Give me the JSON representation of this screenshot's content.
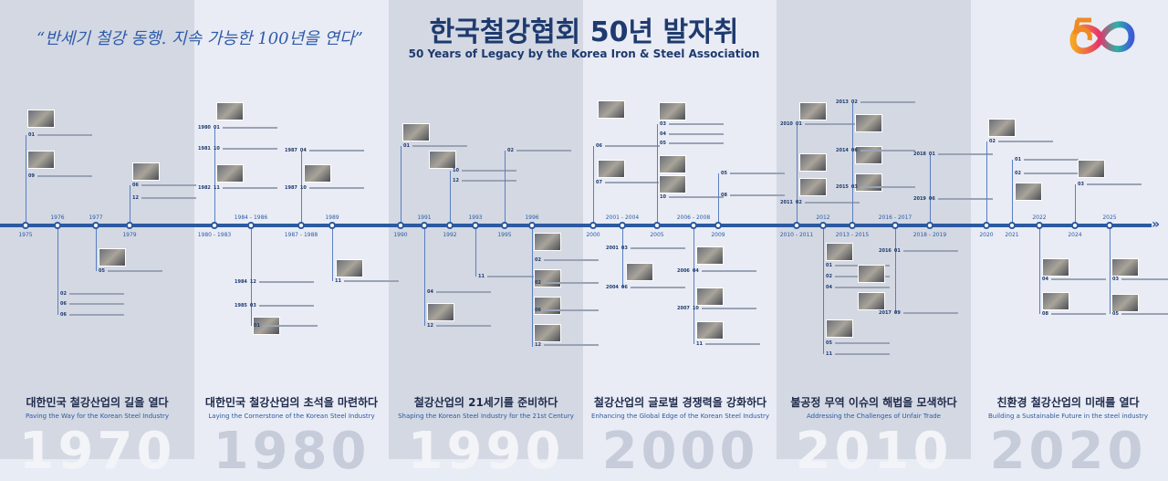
{
  "header": {
    "quote": "“반세기 철강 동행. 지속 가능한 100년을 연다”",
    "title": "한국철강협회 50년 발자취",
    "subtitle": "50 Years of Legacy by the Korea Iron & Steel Association",
    "logo_text": "50"
  },
  "colors": {
    "axis": "#2c5aa0",
    "title": "#1e3a6e",
    "quote": "#2f5ba8"
  },
  "sections": [
    {
      "ko": "대한민국 철강산업의 길을 열다",
      "en": "Paving the Way for the Korean Steel Industry",
      "decade": "1970"
    },
    {
      "ko": "대한민국 철강산업의 초석을 마련하다",
      "en": "Laying the Cornerstone of the Korean Steel Industry",
      "decade": "1980"
    },
    {
      "ko": "철강산업의 21세기를 준비하다",
      "en": "Shaping the Korean Steel Industry for the 21st Century",
      "decade": "1990"
    },
    {
      "ko": "철강산업의 글로벌 경쟁력을 강화하다",
      "en": "Enhancing the Global Edge of the Korean Steel Industry",
      "decade": "2000"
    },
    {
      "ko": "불공정 무역 이슈의 해법을 모색하다",
      "en": "Addressing the Challenges of Unfair Trade",
      "decade": "2010"
    },
    {
      "ko": "친환경 철강산업의 미래를 열다",
      "en": "Building a Sustainable Future in the steel industry",
      "decade": "2020"
    }
  ],
  "timeline": {
    "nodes": [
      {
        "label": "1975",
        "events": [
          {
            "month": "01"
          },
          {
            "month": "09"
          }
        ]
      },
      {
        "label": "1976",
        "events": [
          {
            "month": "02"
          },
          {
            "month": "06"
          },
          {
            "month": "06"
          }
        ]
      },
      {
        "label": "1977",
        "events": [
          {
            "month": "05"
          }
        ]
      },
      {
        "label": "1979",
        "events": [
          {
            "month": "06"
          },
          {
            "month": "12"
          }
        ]
      },
      {
        "label": "1980 - 1983",
        "events": [
          {
            "year": "1980",
            "month": "01"
          },
          {
            "year": "1981",
            "month": "10"
          },
          {
            "year": "1982",
            "month": "11"
          }
        ]
      },
      {
        "label": "1984 - 1986",
        "events": [
          {
            "year": "1984",
            "month": "12"
          },
          {
            "year": "1985",
            "month": "03"
          },
          {
            "month": "01"
          }
        ]
      },
      {
        "label": "1987 - 1988",
        "events": [
          {
            "year": "1987",
            "month": "04"
          },
          {
            "year": "1987",
            "month": "10"
          }
        ]
      },
      {
        "label": "1989",
        "events": [
          {
            "month": "11"
          }
        ]
      },
      {
        "label": "1990",
        "events": [
          {
            "month": "01"
          }
        ]
      },
      {
        "label": "1991",
        "events": [
          {
            "month": "04"
          },
          {
            "month": "12"
          }
        ]
      },
      {
        "label": "1992",
        "events": [
          {
            "month": "10"
          },
          {
            "month": "12"
          }
        ]
      },
      {
        "label": "1993",
        "events": [
          {
            "month": "11"
          }
        ]
      },
      {
        "label": "1995",
        "events": [
          {
            "month": "02"
          }
        ]
      },
      {
        "label": "1996",
        "events": [
          {
            "month": "02"
          },
          {
            "month": "02"
          },
          {
            "month": "06"
          },
          {
            "month": "12"
          }
        ]
      },
      {
        "label": "2000",
        "events": [
          {
            "month": "06"
          },
          {
            "month": "07"
          }
        ]
      },
      {
        "label": "2001 - 2004",
        "events": [
          {
            "year": "2001",
            "month": "03"
          },
          {
            "year": "2004",
            "month": "06"
          }
        ]
      },
      {
        "label": "2005",
        "events": [
          {
            "month": "03"
          },
          {
            "month": "04"
          },
          {
            "month": "05"
          },
          {
            "month": "10"
          }
        ]
      },
      {
        "label": "2006 - 2008",
        "events": [
          {
            "year": "2006",
            "month": "04"
          },
          {
            "year": "2007",
            "month": "10"
          },
          {
            "month": "11"
          }
        ]
      },
      {
        "label": "2009",
        "events": [
          {
            "month": "05"
          },
          {
            "month": "08"
          }
        ]
      },
      {
        "label": "2010 - 2011",
        "events": [
          {
            "year": "2010",
            "month": "01"
          },
          {
            "year": "2011",
            "month": "02"
          }
        ]
      },
      {
        "label": "2012",
        "events": [
          {
            "month": "01"
          },
          {
            "month": "02"
          },
          {
            "month": "04"
          },
          {
            "month": "05"
          },
          {
            "month": "11"
          }
        ]
      },
      {
        "label": "2013 - 2015",
        "events": [
          {
            "year": "2013",
            "month": "02"
          },
          {
            "year": "2014",
            "month": "06"
          },
          {
            "year": "2015",
            "month": "03"
          }
        ]
      },
      {
        "label": "2016 - 2017",
        "events": [
          {
            "year": "2016",
            "month": "01"
          },
          {
            "year": "2017",
            "month": "09"
          }
        ]
      },
      {
        "label": "2018 - 2019",
        "events": [
          {
            "year": "2018",
            "month": "01"
          },
          {
            "year": "2019",
            "month": "06"
          }
        ]
      },
      {
        "label": "2020",
        "events": [
          {
            "month": "02"
          }
        ]
      },
      {
        "label": "2021",
        "events": [
          {
            "month": "01"
          },
          {
            "month": "02"
          }
        ]
      },
      {
        "label": "2022",
        "events": [
          {
            "month": "04"
          },
          {
            "month": "08"
          }
        ]
      },
      {
        "label": "2024",
        "events": [
          {
            "month": "03"
          }
        ]
      },
      {
        "label": "2025",
        "events": [
          {
            "month": "03"
          },
          {
            "month": "05"
          }
        ]
      }
    ]
  }
}
